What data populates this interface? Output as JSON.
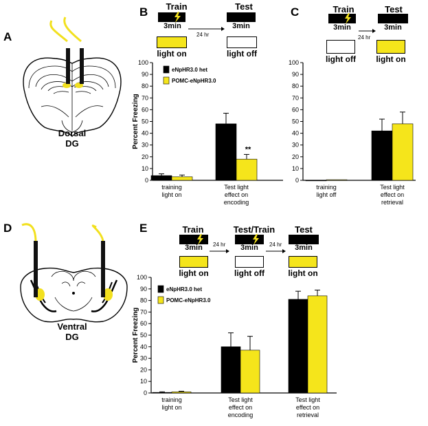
{
  "colors": {
    "het": "#000000",
    "pomc": "#f5e51b",
    "fiber": "#f2e01e",
    "axis": "#000000"
  },
  "panels": {
    "A": {
      "letter": "A",
      "caption_line1": "Dorsal",
      "caption_line2": "DG"
    },
    "B": {
      "letter": "B",
      "protocol": {
        "train": "Train",
        "train_dur": "3min",
        "delay": "24 hr",
        "test": "Test",
        "test_dur": "3min",
        "cond1": "light on",
        "cond2": "light off"
      }
    },
    "C": {
      "letter": "C",
      "protocol": {
        "train": "Train",
        "train_dur": "3min",
        "delay": "24 hr",
        "test": "Test",
        "test_dur": "3min",
        "cond1": "light off",
        "cond2": "light on"
      }
    },
    "D": {
      "letter": "D",
      "caption_line1": "Ventral",
      "caption_line2": "DG"
    },
    "E": {
      "letter": "E",
      "protocol": {
        "train": "Train",
        "train_dur": "3min",
        "delay1": "24 hr",
        "test_train": "Test/Train",
        "test_train_dur": "3min",
        "delay2": "24 hr",
        "test": "Test",
        "test_dur": "3min",
        "cond1": "light on",
        "cond2": "light off",
        "cond3": "light on"
      }
    }
  },
  "chart_data": [
    {
      "id": "B",
      "type": "bar",
      "ylabel": "Percent Freezing",
      "ylim": [
        0,
        100
      ],
      "yticks": [
        0,
        10,
        20,
        30,
        40,
        50,
        60,
        70,
        80,
        90,
        100
      ],
      "categories": [
        [
          "training",
          "light on"
        ],
        [
          "Test light",
          "effect on",
          "encoding"
        ]
      ],
      "series": [
        {
          "name": "eNpHR3.0 het",
          "values": [
            4,
            48
          ],
          "errors": [
            1.5,
            9
          ]
        },
        {
          "name": "POMC-eNpHR3.0",
          "values": [
            3,
            18
          ],
          "errors": [
            1.5,
            4
          ]
        }
      ],
      "annotations": [
        {
          "text": "**",
          "category": 1,
          "series": 1
        }
      ],
      "legend": "top-left"
    },
    {
      "id": "C",
      "type": "bar",
      "ylim": [
        0,
        100
      ],
      "yticks": [
        0,
        10,
        20,
        30,
        40,
        50,
        60,
        70,
        80,
        90,
        100
      ],
      "categories": [
        [
          "training",
          "light off"
        ],
        [
          "Test light",
          "effect on",
          "retrieval"
        ]
      ],
      "series": [
        {
          "name": "eNpHR3.0 het",
          "values": [
            0,
            42
          ],
          "errors": [
            0,
            10
          ]
        },
        {
          "name": "POMC-eNpHR3.0",
          "values": [
            0.5,
            48
          ],
          "errors": [
            0,
            10
          ]
        }
      ]
    },
    {
      "id": "E",
      "type": "bar",
      "ylabel": "Percent Freezing",
      "ylim": [
        0,
        100
      ],
      "yticks": [
        0,
        10,
        20,
        30,
        40,
        50,
        60,
        70,
        80,
        90,
        100
      ],
      "categories": [
        [
          "training",
          "light on"
        ],
        [
          "Test light",
          "effect on",
          "encoding"
        ],
        [
          "Test light",
          "effect on",
          "retrieval"
        ]
      ],
      "series": [
        {
          "name": "eNpHR3.0 het",
          "values": [
            0.5,
            40,
            81
          ],
          "errors": [
            0.5,
            12,
            7
          ]
        },
        {
          "name": "POMC-eNpHR3.0",
          "values": [
            1,
            37,
            84
          ],
          "errors": [
            0.5,
            12,
            5
          ]
        }
      ],
      "legend": "top-left"
    }
  ]
}
